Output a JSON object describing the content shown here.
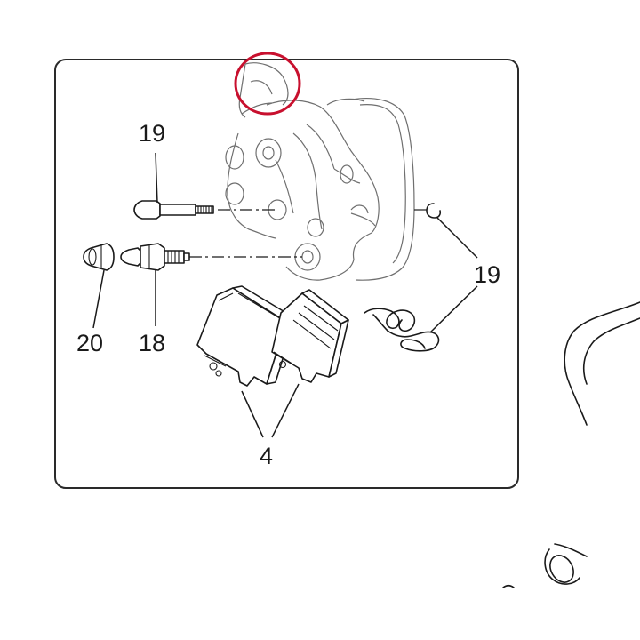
{
  "diagram": {
    "highlight_color": "#c8102e",
    "line_color": "#1a1a1a",
    "callouts": [
      {
        "id": "pin",
        "label": "19"
      },
      {
        "id": "clip",
        "label": "19"
      },
      {
        "id": "cap",
        "label": "20"
      },
      {
        "id": "bleeder",
        "label": "18"
      },
      {
        "id": "pads",
        "label": "4"
      }
    ]
  }
}
